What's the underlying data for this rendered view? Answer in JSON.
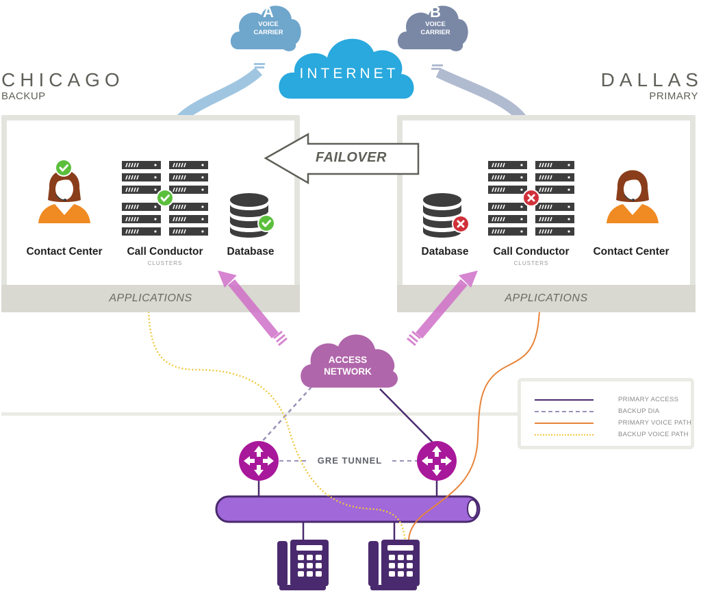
{
  "diagram": {
    "internet": {
      "label": "INTERNET",
      "color": "#29a9dd"
    },
    "carrier_a": {
      "letter": "A",
      "line1": "VOICE",
      "line2": "CARRIER",
      "color": "#6fa6cc"
    },
    "carrier_b": {
      "letter": "B",
      "line1": "VOICE",
      "line2": "CARRIER",
      "color": "#7a88a6"
    },
    "failover": {
      "label": "FAILOVER"
    },
    "sites": {
      "chicago": {
        "name": "CHICAGO",
        "role": "BACKUP",
        "footer": "APPLICATIONS",
        "components": [
          {
            "name": "Contact Center",
            "sub": "",
            "status": "ok"
          },
          {
            "name": "Call Conductor",
            "sub": "CLUSTERS",
            "status": "ok"
          },
          {
            "name": "Database",
            "sub": "",
            "status": "ok"
          }
        ]
      },
      "dallas": {
        "name": "DALLAS",
        "role": "PRIMARY",
        "footer": "APPLICATIONS",
        "components": [
          {
            "name": "Database",
            "sub": "",
            "status": "failed"
          },
          {
            "name": "Call Conductor",
            "sub": "CLUSTERS",
            "status": "failed"
          },
          {
            "name": "Contact Center",
            "sub": "",
            "status": "ok"
          }
        ]
      }
    },
    "access_network": {
      "line1": "ACCESS",
      "line2": "NETWORK",
      "color": "#b066aa"
    },
    "gre_tunnel": {
      "label": "GRE TUNNEL"
    },
    "status_colors": {
      "ok": "#5bbf3c",
      "failed": "#d0303a"
    },
    "legend": {
      "items": [
        {
          "label": "PRIMARY ACCESS",
          "style": "solid",
          "color": "#4a2a6e"
        },
        {
          "label": "BACKUP DIA",
          "style": "dashed",
          "color": "#9a8fb8"
        },
        {
          "label": "PRIMARY VOICE PATH",
          "style": "solid",
          "color": "#e8843a"
        },
        {
          "label": "BACKUP VOICE PATH",
          "style": "dotted",
          "color": "#f0c840"
        }
      ]
    }
  }
}
